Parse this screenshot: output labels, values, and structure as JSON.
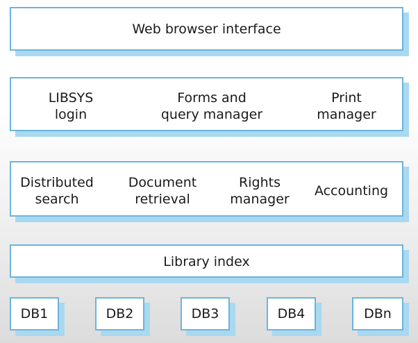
{
  "layers": {
    "web": {
      "label": "Web browser interface"
    },
    "services": {
      "libsys_login": [
        "LIBSYS",
        "login"
      ],
      "forms_query": [
        "Forms and",
        "query manager"
      ],
      "print_manager": [
        "Print",
        "manager"
      ]
    },
    "core": {
      "distributed_search": [
        "Distributed",
        "search"
      ],
      "document_retrieval": [
        "Document",
        "retrieval"
      ],
      "rights_manager": [
        "Rights",
        "manager"
      ],
      "accounting": "Accounting"
    },
    "index": {
      "label": "Library index"
    },
    "databases": [
      "DB1",
      "DB2",
      "DB3",
      "DB4",
      "DBn"
    ]
  }
}
